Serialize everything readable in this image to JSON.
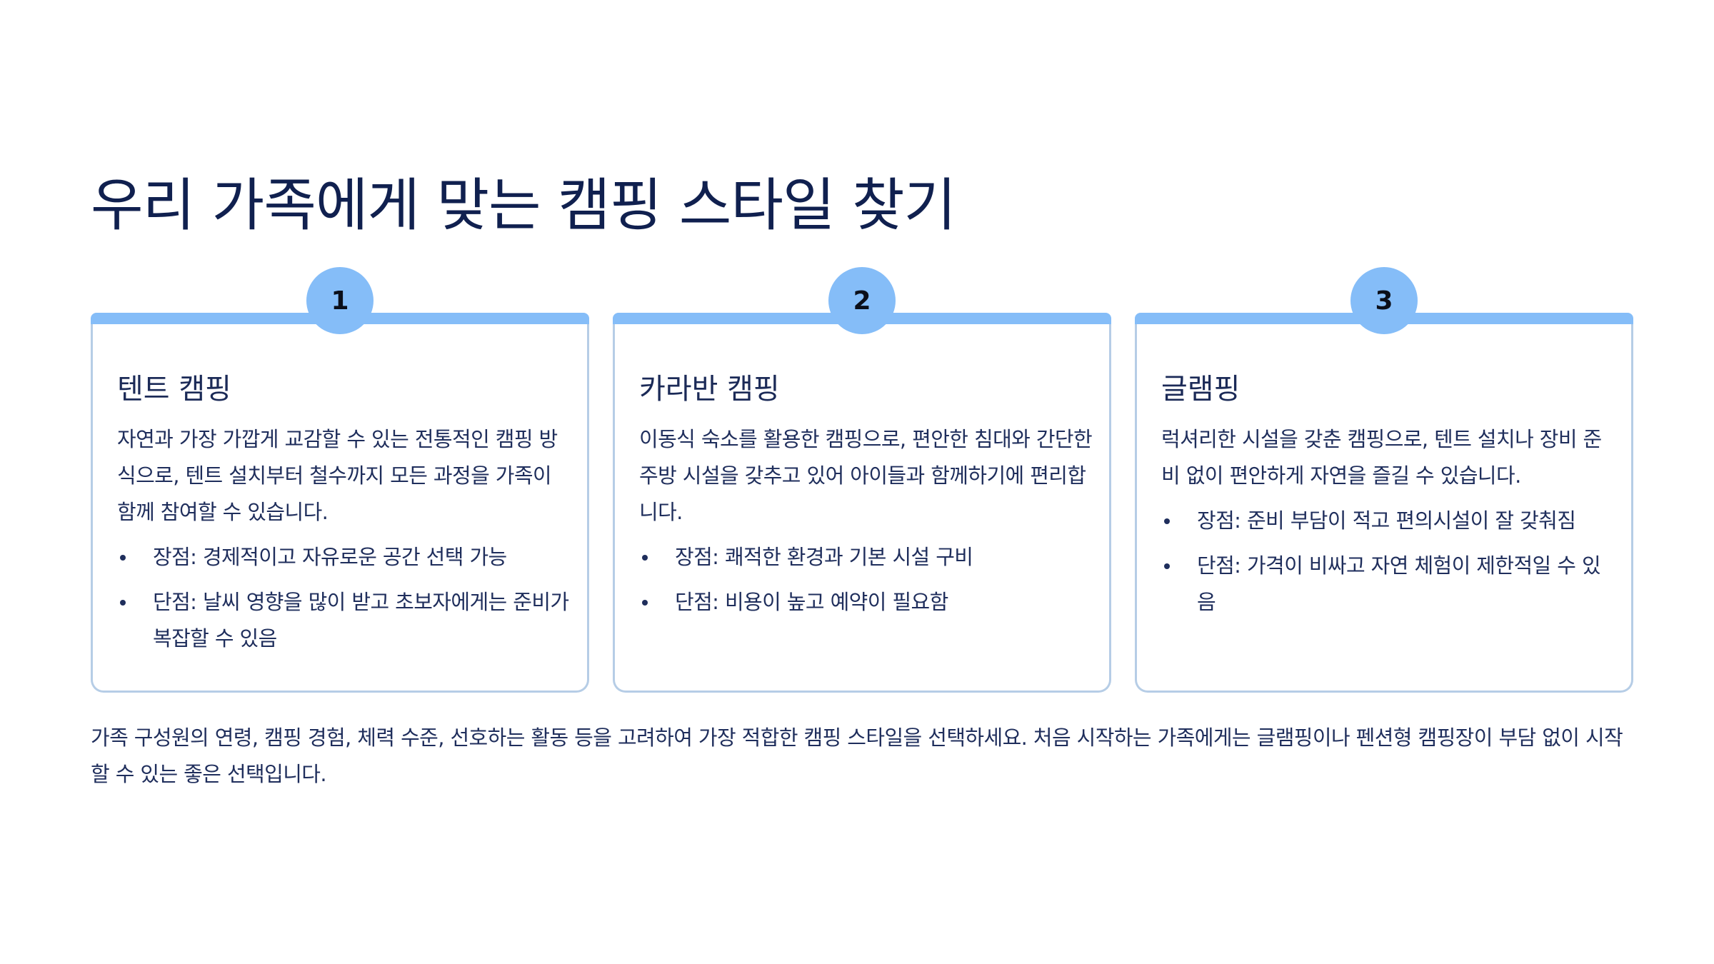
{
  "title": "우리 가족에게 맞는 캠핑 스타일 찾기",
  "cards": [
    {
      "number": "1",
      "title": "텐트 캠핑",
      "description": "자연과 가장 가깝게 교감할 수 있는 전통적인 캠핑 방식으로, 텐트 설치부터 철수까지 모든 과정을 가족이 함께 참여할 수 있습니다.",
      "pros": "장점: 경제적이고 자유로운 공간 선택 가능",
      "cons": "단점: 날씨 영향을 많이 받고 초보자에게는 준비가 복잡할 수 있음"
    },
    {
      "number": "2",
      "title": "카라반 캠핑",
      "description": "이동식 숙소를 활용한 캠핑으로, 편안한 침대와 간단한 주방 시설을 갖추고 있어 아이들과 함께하기에 편리합니다.",
      "pros": "장점: 쾌적한 환경과 기본 시설 구비",
      "cons": "단점: 비용이 높고 예약이 필요함"
    },
    {
      "number": "3",
      "title": "글램핑",
      "description": "럭셔리한 시설을 갖춘 캠핑으로, 텐트 설치나 장비 준비 없이 편안하게 자연을 즐길 수 있습니다.",
      "pros": "장점: 준비 부담이 적고 편의시설이 잘 갖춰짐",
      "cons": "단점: 가격이 비싸고 자연 체험이 제한적일 수 있음"
    }
  ],
  "footer": "가족 구성원의 연령, 캠핑 경험, 체력 수준, 선호하는 활동 등을 고려하여 가장 적합한 캠핑 스타일을 선택하세요. 처음 시작하는 가족에게는 글램핑이나 펜션형 캠핑장이 부담 없이 시작할 수 있는 좋은 선택입니다.",
  "colors": {
    "accent": "#85bdf8",
    "border": "#b6cde6",
    "text": "#1b2a57"
  }
}
